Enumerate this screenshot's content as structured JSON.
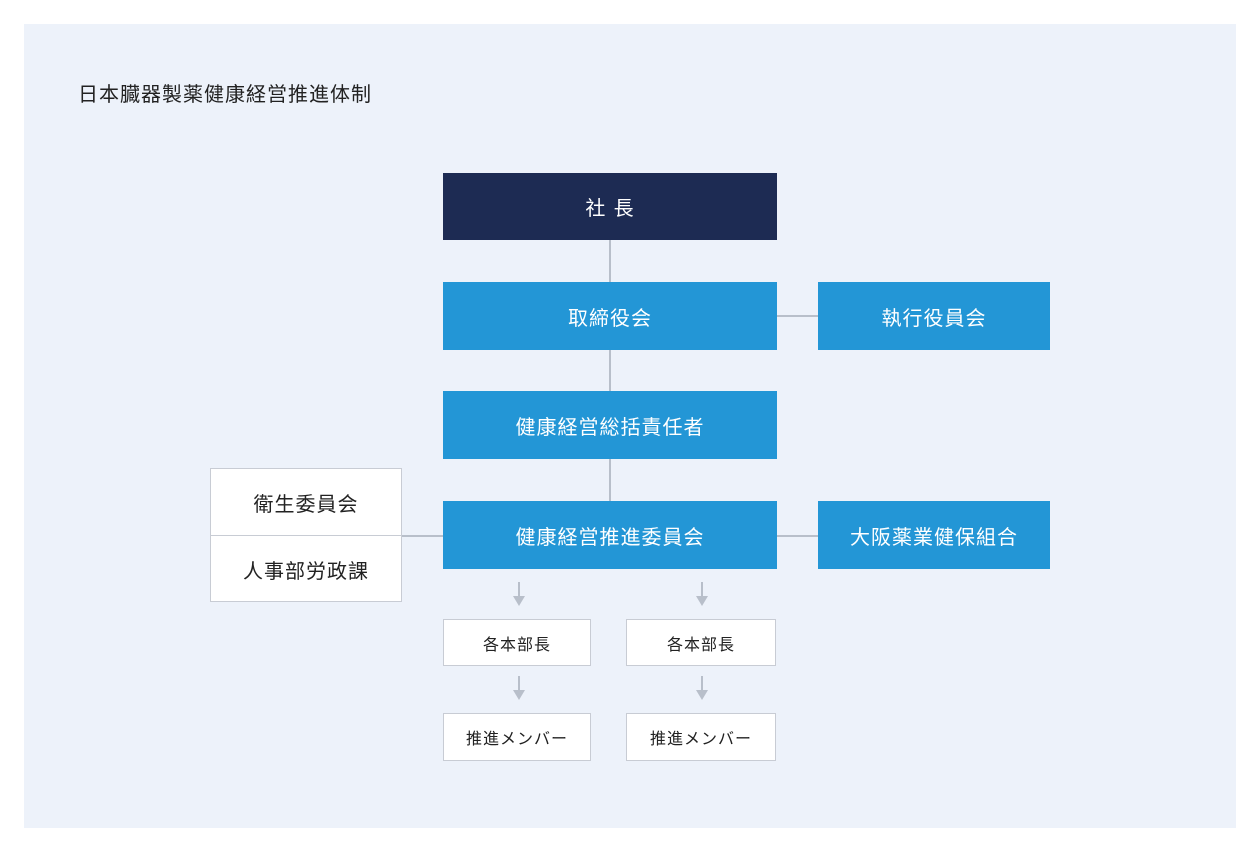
{
  "title": "日本臓器製薬健康経営推進体制",
  "nodes": {
    "president": "社 長",
    "board": "取締役会",
    "executive": "執行役員会",
    "officer": "健康経営総括責任者",
    "committee": "健康経営推進委員会",
    "union": "大阪薬業健保組合",
    "hygiene": "衛生委員会",
    "hr": "人事部労政課",
    "heads": [
      "各本部長",
      "各本部長"
    ],
    "members": [
      "推進メンバー",
      "推進メンバー"
    ]
  },
  "colors": {
    "background": "#edf2fa",
    "dark": "#1d2b53",
    "blue": "#2396d6",
    "connector": "#b8bfca"
  }
}
